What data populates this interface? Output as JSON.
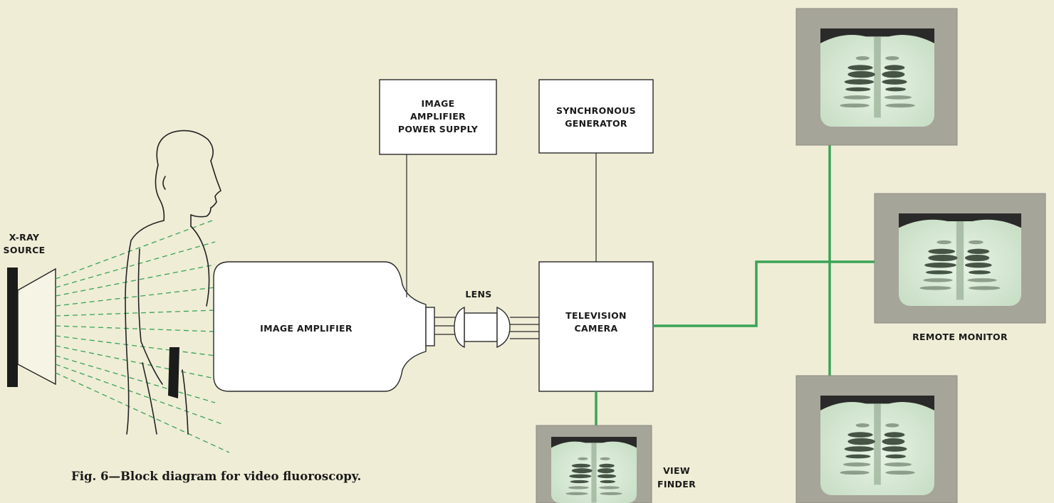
{
  "labels": {
    "xray_source": [
      "X-RAY",
      "SOURCE"
    ],
    "image_amplifier": "IMAGE AMPLIFIER",
    "power_supply": [
      "IMAGE",
      "AMPLIFIER",
      "POWER SUPPLY"
    ],
    "lens": "LENS",
    "sync_generator": [
      "SYNCHRONOUS",
      "GENERATOR"
    ],
    "tv_camera": [
      "TELEVISION",
      "CAMERA"
    ],
    "view_finder": [
      "VIEW",
      "FINDER"
    ],
    "remote_monitor": "REMOTE MONITOR"
  },
  "caption": "Fig. 6—Block diagram for video fluoroscopy.",
  "colors": {
    "background": "#efedd6",
    "signal_line": "#3aa357",
    "xray_beam": "#3aa357",
    "monitor_frame": "#a6a59a",
    "monitor_screen": "#d9ecd6"
  }
}
